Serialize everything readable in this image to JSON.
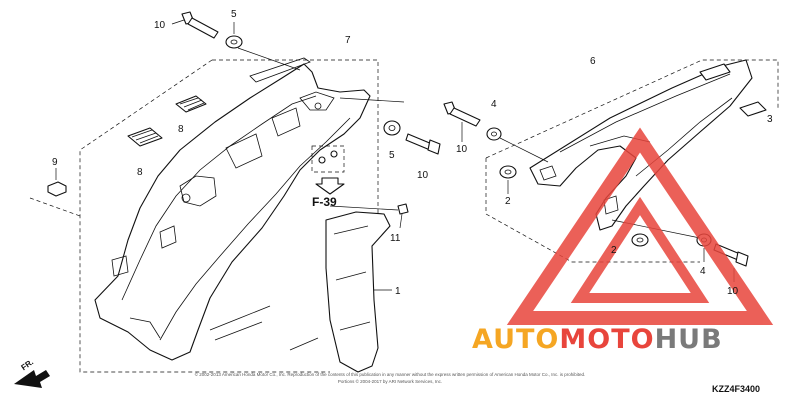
{
  "diagram": {
    "callouts": {
      "p1": "1",
      "p2a": "2",
      "p2b": "2",
      "p3": "3",
      "p4a": "4",
      "p4b": "4",
      "p5a": "5",
      "p5b": "5",
      "p6": "6",
      "p7": "7",
      "p8a": "8",
      "p8b": "8",
      "p9": "9",
      "p10a": "10",
      "p10b": "10",
      "p10c": "10",
      "p10d": "10",
      "p11": "11"
    },
    "reference": "F-39",
    "direction": "FR.",
    "diagram_code": "KZZ4F3400",
    "copyright_line1": "© 2002-2013 American Honda Motor Co., Inc. Reproduction of the contents of this publication in any manner without the express written permission of American Honda Motor Co., Inc. is prohibited.",
    "copyright_line2": "Portions © 2004-2017 by ARI Network Services, Inc."
  },
  "watermark": {
    "text": "AUTOMOTOHUB",
    "color_orange": "#F5A623",
    "color_red": "#E8453C",
    "color_grey": "#7A7A7A",
    "logo_color": "#E8453C"
  }
}
